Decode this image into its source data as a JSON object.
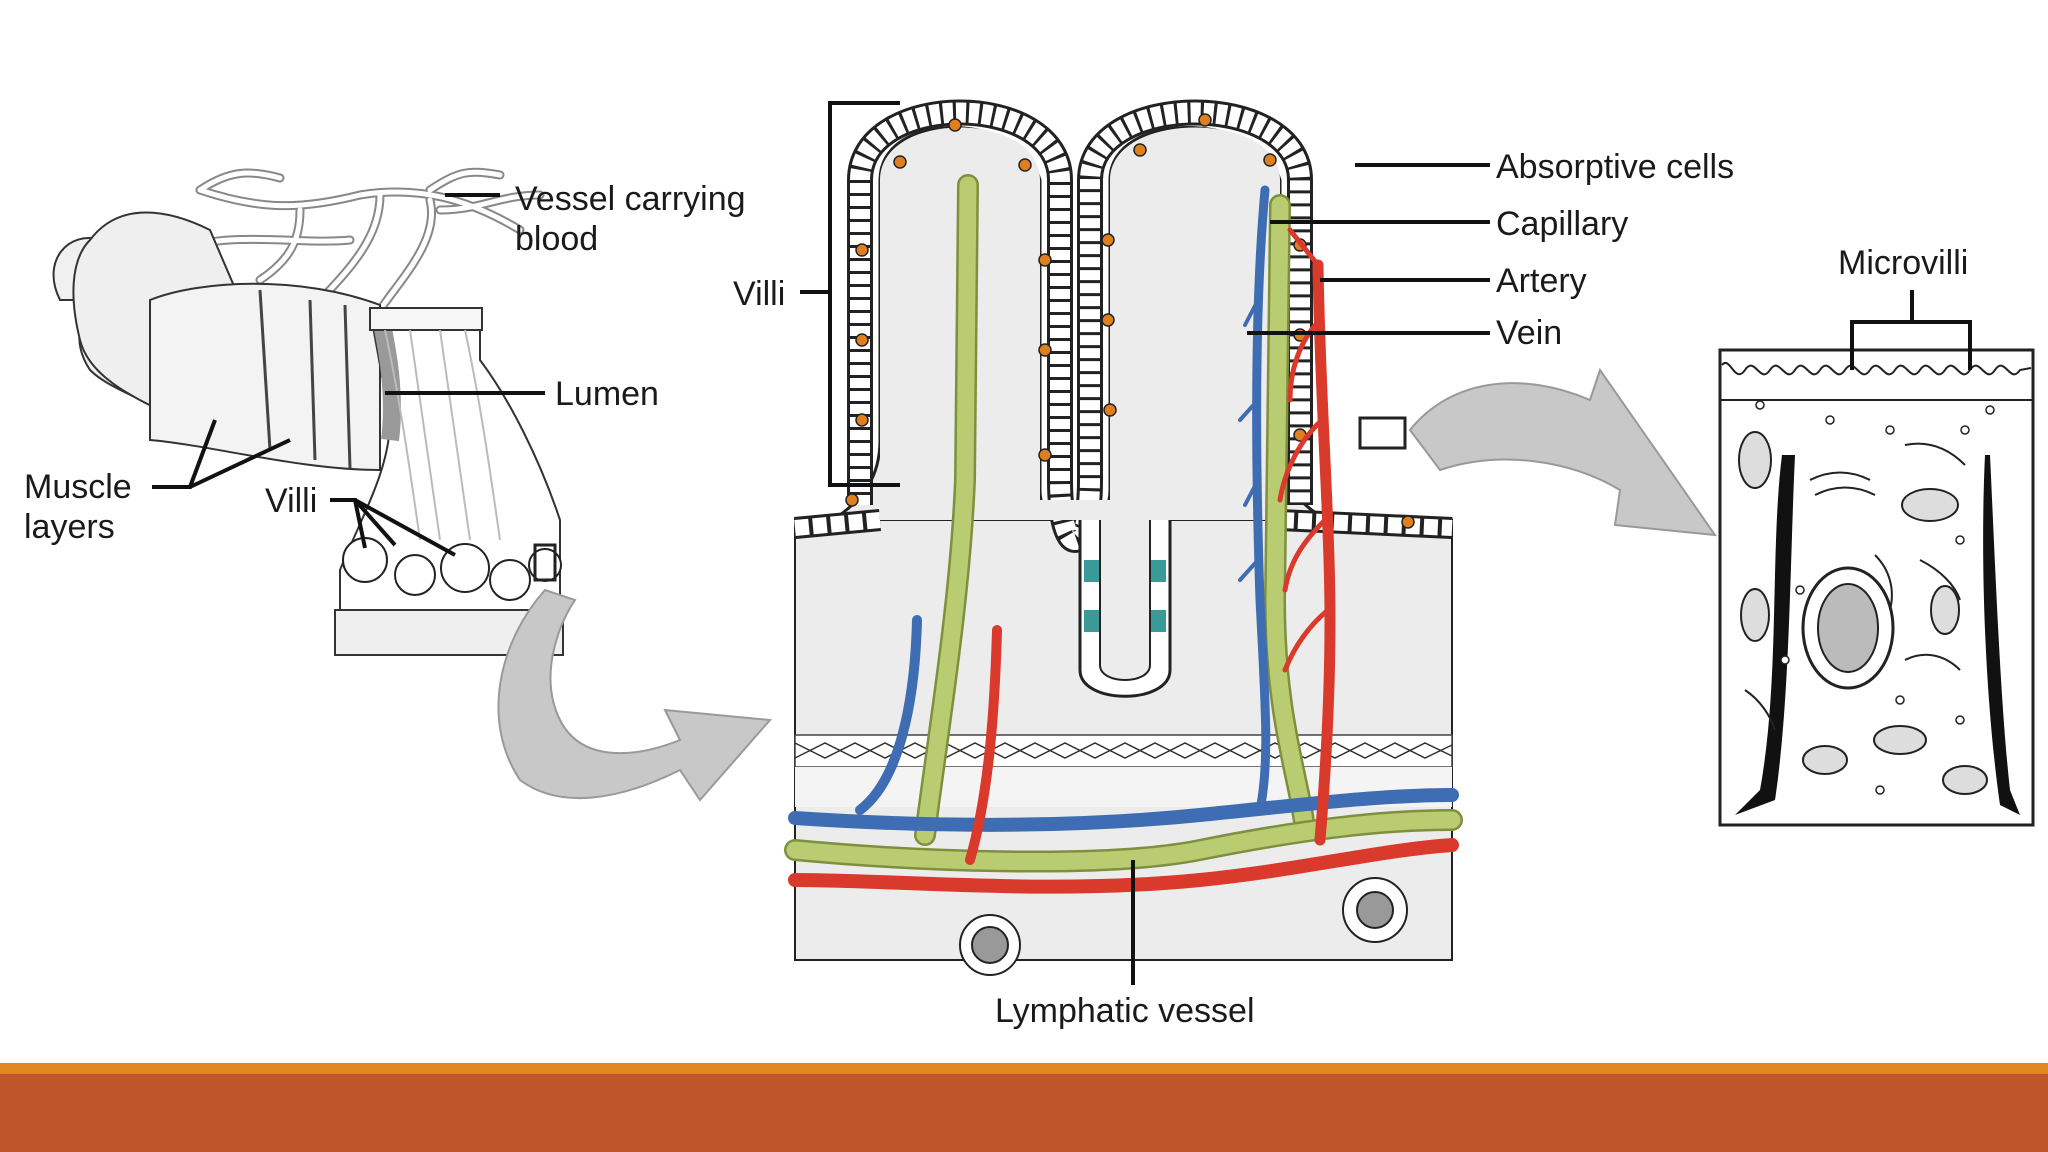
{
  "labels": {
    "vessel_carrying_blood_1": "Vessel carrying",
    "vessel_carrying_blood_2": "blood",
    "lumen": "Lumen",
    "muscle_layers_1": "Muscle",
    "muscle_layers_2": "layers",
    "villi_small": "Villi",
    "villi_large": "Villi",
    "absorptive_cells": "Absorptive cells",
    "capillary": "Capillary",
    "artery": "Artery",
    "vein": "Vein",
    "lymphatic_vessel": "Lymphatic vessel",
    "microvilli": "Microvilli"
  },
  "colors": {
    "artery": "#d93a2b",
    "vein": "#3f6db3",
    "lymphatic": "#b9cc72",
    "goblet": "#3a9a97",
    "nucleus": "#e07f1f",
    "arrow": "#c8c8c8",
    "tissue": "#ececec",
    "accent_bar": "#e0871e",
    "footer_bar": "#bf552a"
  },
  "icons": {
    "arrow_left": "curved-arrow-icon",
    "arrow_right": "curved-arrow-icon"
  }
}
